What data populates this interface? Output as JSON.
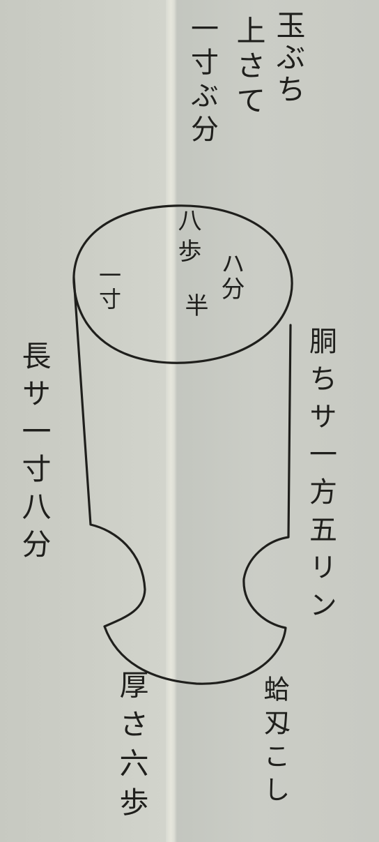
{
  "labels": {
    "top_1": "玉ぶち",
    "top_2": "上さて",
    "top_3": "一寸ぶ分",
    "circle_top": "八歩",
    "circle_right": "ハ分",
    "circle_left": "一寸",
    "circle_mid": "半",
    "right_side": "胴ちサ一方五リン",
    "left_side": "長サ一寸八分",
    "bottom_right": "蛤刄こし",
    "bottom_left": "厚さ六歩"
  },
  "colors": {
    "ink": "#1f1f1c",
    "paper": "#c9cbc3",
    "fold": "#e6e6dc"
  }
}
